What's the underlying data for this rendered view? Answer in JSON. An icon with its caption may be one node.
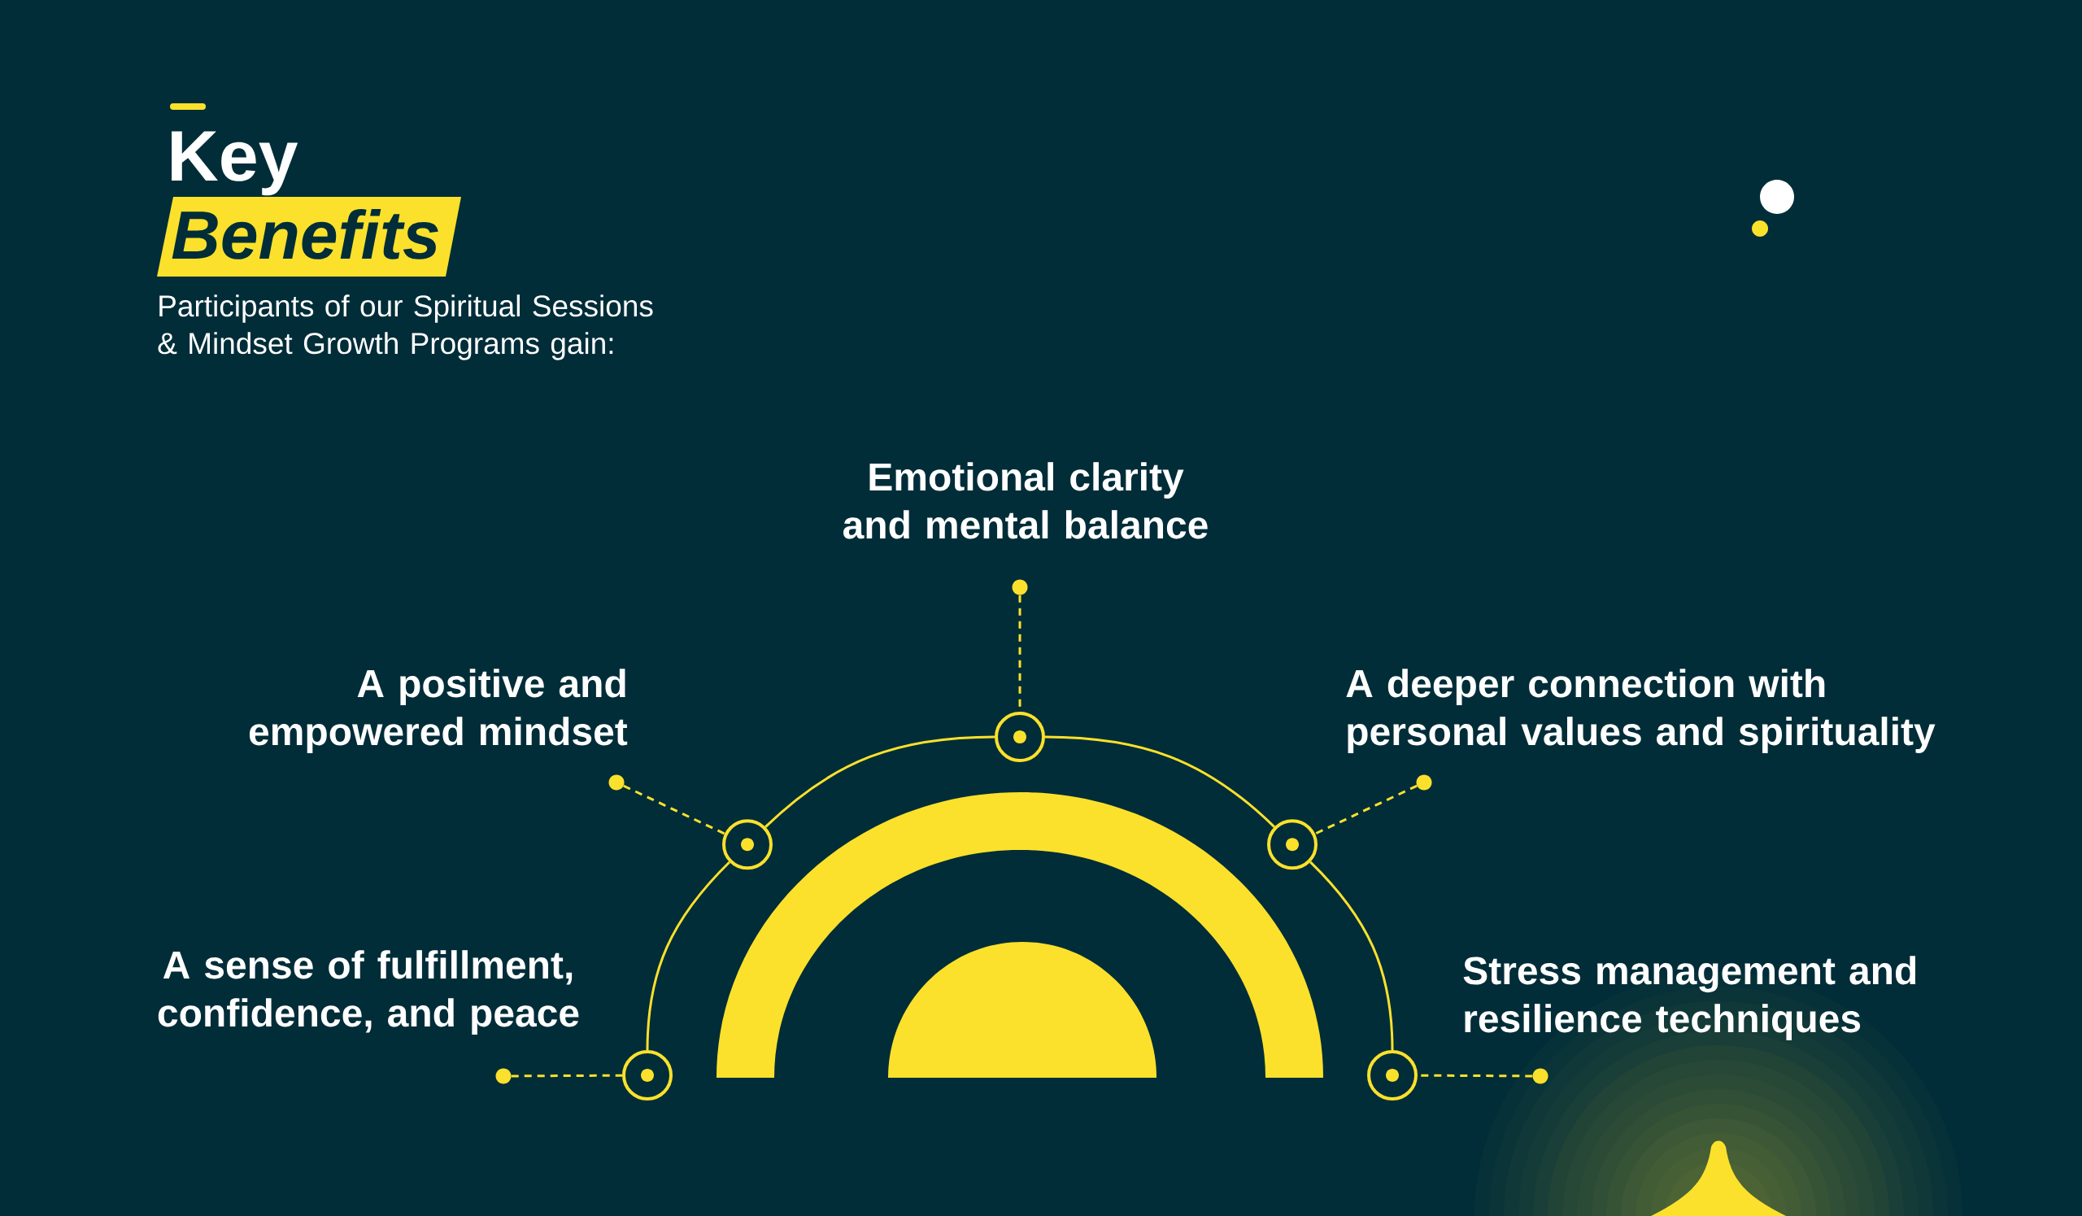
{
  "diagram": {
    "nodes": [
      {
        "text": [],
        "shape": "circle"
      },
      {
        "text": [],
        "shape": "circle"
      },
      {
        "text": [],
        "shape": "circle"
      },
      {
        "text": [],
        "shape": "circle"
      },
      {
        "text": [],
        "shape": "circle"
      },
      {
        "text": [],
        "shape": "circle",
        "beside": [
          "Emotional clarity and mental balance"
        ]
      },
      {
        "text": [],
        "shape": "circle",
        "beside": [
          "A positive and empowered mindset"
        ]
      },
      {
        "text": [],
        "shape": "circle",
        "beside": [
          "A deeper connection with personal values and spirituality"
        ]
      },
      {
        "text": [],
        "shape": "circle",
        "beside": [
          "A sense of fulfillment, confidence, and peace"
        ]
      },
      {
        "text": [],
        "shape": "circle",
        "beside": [
          "Stress management and resilience techniques"
        ]
      }
    ],
    "edges": [
      {
        "from": 0,
        "to": 1,
        "arrow": "none"
      },
      {
        "from": 1,
        "to": 2,
        "arrow": "none"
      },
      {
        "from": 2,
        "to": 3,
        "arrow": "none"
      },
      {
        "from": 3,
        "to": 4,
        "arrow": "none"
      },
      {
        "from": 5,
        "to": 2,
        "arrow": "none",
        "style": "dashed"
      },
      {
        "from": 6,
        "to": 1,
        "arrow": "none",
        "style": "dashed"
      },
      {
        "from": 7,
        "to": 3,
        "arrow": "none",
        "style": "dashed"
      },
      {
        "from": 8,
        "to": 0,
        "arrow": "none",
        "style": "dashed"
      },
      {
        "from": 9,
        "to": 4,
        "arrow": "none",
        "style": "dashed"
      }
    ],
    "labels": [
      "Key",
      "Benefits",
      "Participants of our Spiritual Sessions & Mindset Growth Programs gain:"
    ]
  }
}
